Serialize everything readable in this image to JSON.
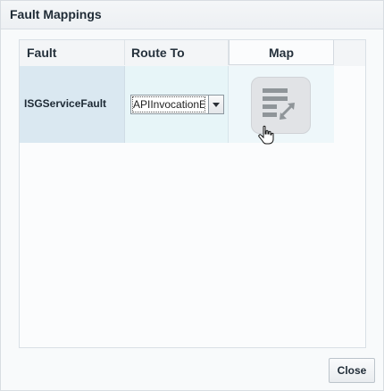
{
  "dialog": {
    "title": "Fault Mappings",
    "close_label": "Close"
  },
  "table": {
    "columns": {
      "fault": "Fault",
      "route": "Route To",
      "map": "Map"
    },
    "rows": [
      {
        "fault": "ISGServiceFault",
        "route_value": "APIInvocationE",
        "map_icon": "map-mapping-icon"
      }
    ]
  },
  "colors": {
    "fault_cell_bg": "#dae8f1",
    "route_cell_bg": "#e7f5f8",
    "map_cell_bg": "#eef7fa",
    "icon_gray": "#8f9599"
  }
}
